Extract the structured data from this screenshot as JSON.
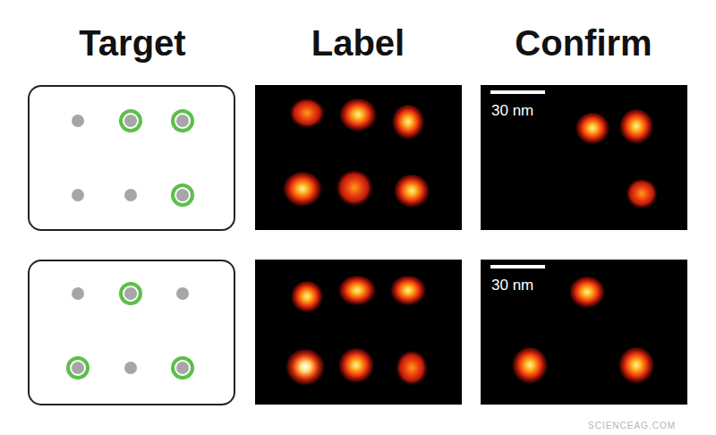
{
  "diagram": {
    "labels": [
      "Target",
      "Label",
      "Confirm",
      "30 nm",
      "30 nm",
      "SCIENCEAG.COM"
    ]
  }
}
